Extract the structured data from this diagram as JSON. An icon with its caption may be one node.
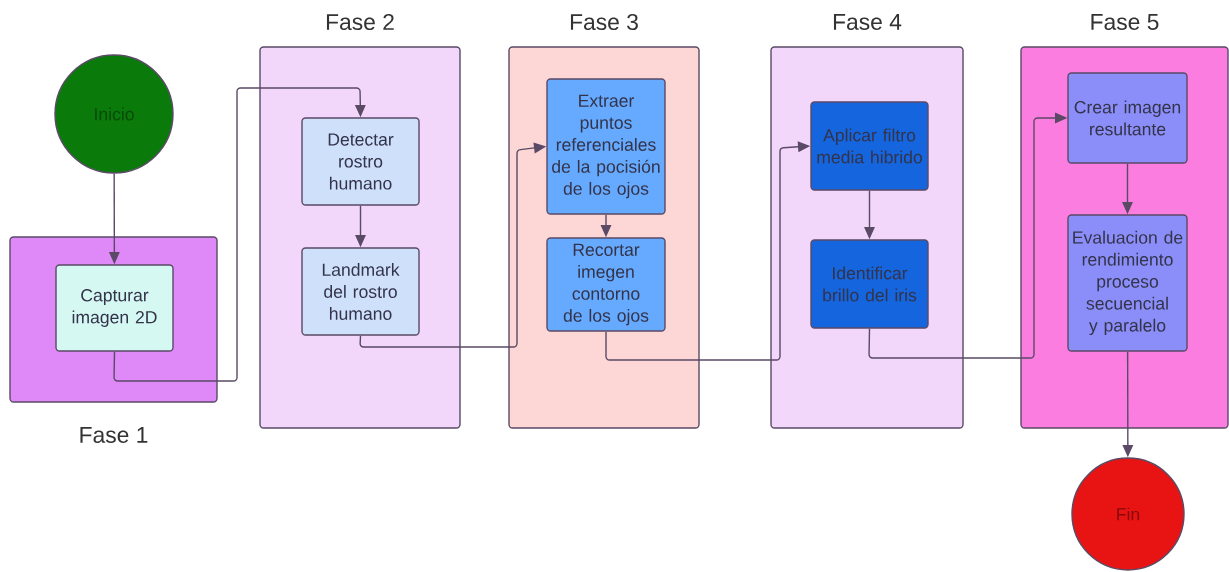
{
  "diagram": {
    "nodes": [
      {
        "text": [
          "Inicio"
        ]
      },
      {
        "text": [
          "Fase 1"
        ]
      },
      {
        "text": [
          "Capturar imagen 2D"
        ],
        "in": 1
      },
      {
        "text": [
          "Fase 2"
        ]
      },
      {
        "text": [
          "Detectar rostro humano"
        ],
        "in": 3
      },
      {
        "text": [
          "Landmark del rostro humano"
        ],
        "in": 3
      },
      {
        "text": [
          "Fase 3"
        ]
      },
      {
        "text": [
          "Extraer puntos referenciales de la pocisión de los ojos"
        ],
        "in": 6
      },
      {
        "text": [
          "Recortar imegen contorno de los ojos"
        ],
        "in": 6
      },
      {
        "text": [
          "Fase 4"
        ]
      },
      {
        "text": [
          "Aplicar filtro media hibrido"
        ],
        "in": 9
      },
      {
        "text": [
          "Identificar brillo del iris"
        ],
        "in": 9
      },
      {
        "text": [
          "Fase 5"
        ]
      },
      {
        "text": [
          "Crear imagen resultante"
        ],
        "in": 12
      },
      {
        "text": [
          "Evaluacion de rendimiento proceso secuencial y paralelo"
        ],
        "in": 12
      },
      {
        "text": [
          "Fin"
        ]
      }
    ],
    "edges": [
      {
        "from": 0,
        "to": 2,
        "arrow": "to"
      },
      {
        "from": 2,
        "to": 4,
        "arrow": "to"
      },
      {
        "from": 4,
        "to": 5,
        "arrow": "to"
      },
      {
        "from": 5,
        "to": 7,
        "arrow": "to"
      },
      {
        "from": 7,
        "to": 8,
        "arrow": "to"
      },
      {
        "from": 8,
        "to": 10,
        "arrow": "to"
      },
      {
        "from": 10,
        "to": 11,
        "arrow": "to"
      },
      {
        "from": 11,
        "to": 13,
        "arrow": "to"
      },
      {
        "from": 13,
        "to": 14,
        "arrow": "to"
      },
      {
        "from": 14,
        "to": 15,
        "arrow": "to"
      }
    ]
  }
}
